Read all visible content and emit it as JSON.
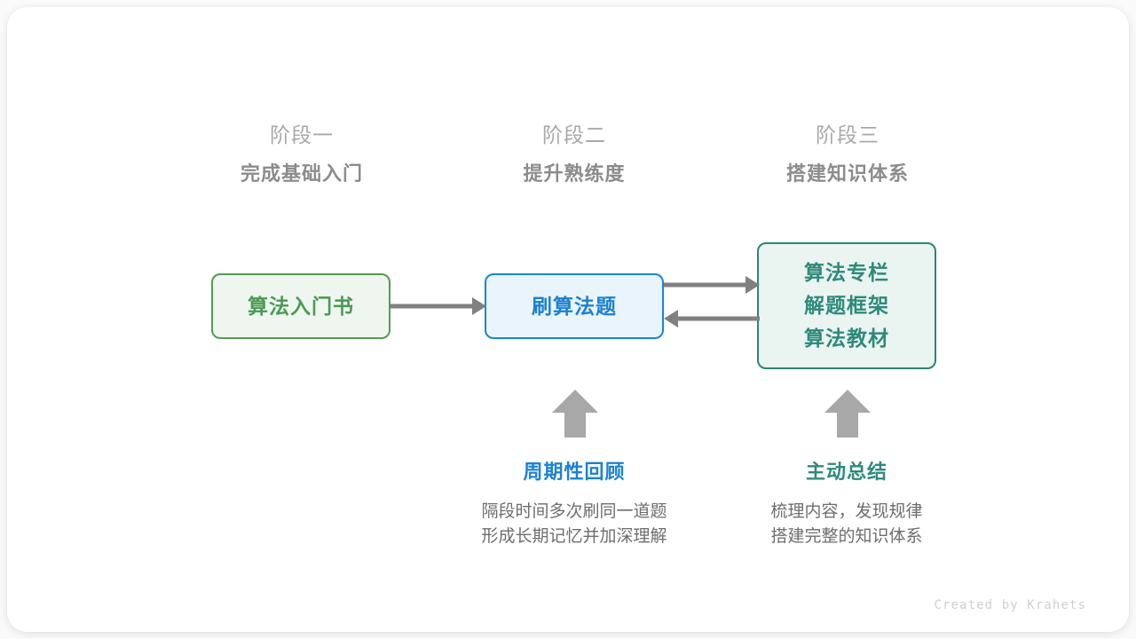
{
  "stages": [
    {
      "kicker": "阶段一",
      "title": "完成基础入门"
    },
    {
      "kicker": "阶段二",
      "title": "提升熟练度"
    },
    {
      "kicker": "阶段三",
      "title": "搭建知识体系"
    }
  ],
  "nodes": {
    "book": {
      "lines": [
        "算法入门书"
      ],
      "border_color": "#549b55",
      "fill_color": "#eff6ef",
      "text_color": "#4a9a55"
    },
    "practice": {
      "lines": [
        "刷算法题"
      ],
      "border_color": "#1a84d6",
      "fill_color": "#e9f4fd",
      "text_color": "#1b81d4"
    },
    "resources": {
      "lines": [
        "算法专栏",
        "解题框架",
        "算法教材"
      ],
      "border_color": "#2d8576",
      "fill_color": "#eaf4f1",
      "text_color": "#2e8a7a"
    }
  },
  "arrows": {
    "color": "#808080",
    "book_to_practice": "right",
    "practice_to_resources": "right",
    "resources_to_practice": "left",
    "up_to_practice": "up",
    "up_to_resources": "up"
  },
  "notes": [
    {
      "title": "周期性回顾",
      "title_color": "#1b81d4",
      "body_line1": "隔段时间多次刷同一道题",
      "body_line2": "形成长期记忆并加深理解"
    },
    {
      "title": "主动总结",
      "title_color": "#2e8a7a",
      "body_line1": "梳理内容，发现规律",
      "body_line2": "搭建完整的知识体系"
    }
  ],
  "watermark": "Created by Krahets"
}
